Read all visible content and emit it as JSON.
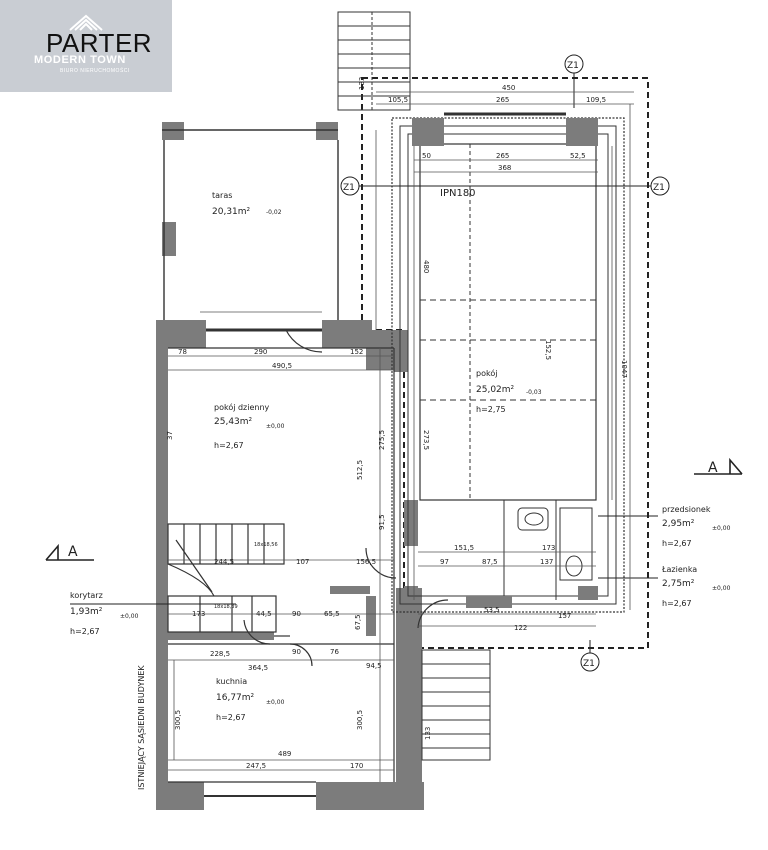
{
  "logo": {
    "title": "PARTER",
    "subtitle": "MODERN TOWN",
    "tagline": "BIURO NIERUCHOMOŚCI"
  },
  "rooms": {
    "taras": {
      "name": "taras",
      "area": "20,31m²",
      "level": "-0,02"
    },
    "pokoj_dzienny": {
      "name": "pokój dzienny",
      "area": "25,43m²",
      "height": "h=2,67",
      "level": "±0,00"
    },
    "pokoj": {
      "name": "pokój",
      "area": "25,02m²",
      "height": "h=2,75",
      "level": "-0,03"
    },
    "przedsionek": {
      "name": "przedsionek",
      "area": "2,95m²",
      "height": "h=2,67",
      "level": "±0,00"
    },
    "lazienka": {
      "name": "Łazienka",
      "area": "2,75m²",
      "height": "h=2,67",
      "level": "±0,00"
    },
    "korytarz": {
      "name": "korytarz",
      "area": "1,93m²",
      "height": "h=2,67",
      "level": "±0,00"
    },
    "kuchnia": {
      "name": "kuchnia",
      "area": "16,77m²",
      "height": "h=2,67",
      "level": "±0,00"
    }
  },
  "labels": {
    "beam": "IPN180",
    "neighbor_wall": "ISTNIEJĄCY SĄSIEDNI BUDYNEK",
    "section": "A",
    "axis": "Z1",
    "stairs_top": "18x18,56",
    "stairs_bot": "18x18,39"
  },
  "dims": {
    "d450": "450",
    "d265": "265",
    "d1055": "105,5",
    "d1095": "109,5",
    "d50": "50",
    "d285": "265",
    "d568": "368",
    "d52": "52,5",
    "d290": "290",
    "d78": "78",
    "d152": "152",
    "d4905": "490,5",
    "d37": "37",
    "d5125": "512,5",
    "d2755": "275,5",
    "d915": "91,5",
    "d1525": "152,5",
    "d1647": "1047",
    "d480": "480",
    "d2735": "273,5",
    "d2445": "244,5",
    "d107": "107",
    "d1565": "156,5",
    "d1515": "151,5",
    "d173": "173",
    "d97": "97",
    "d137": "137",
    "d875": "87,5",
    "d445": "44,5",
    "d90": "90",
    "d565": "65,5",
    "d675": "67,5",
    "d2285": "228,5",
    "d3645": "364,5",
    "d76": "76",
    "d945": "94,5",
    "d3005": "300,5",
    "d489": "489",
    "d2475": "247,5",
    "d170": "170",
    "d535": "53,5",
    "d122": "122",
    "d157": "157",
    "d1342": "133"
  },
  "colors": {
    "wall": "#7c7c7c",
    "line": "#2a2a2a",
    "dim": "#555555",
    "logo_bg": "#c9cdd3"
  }
}
